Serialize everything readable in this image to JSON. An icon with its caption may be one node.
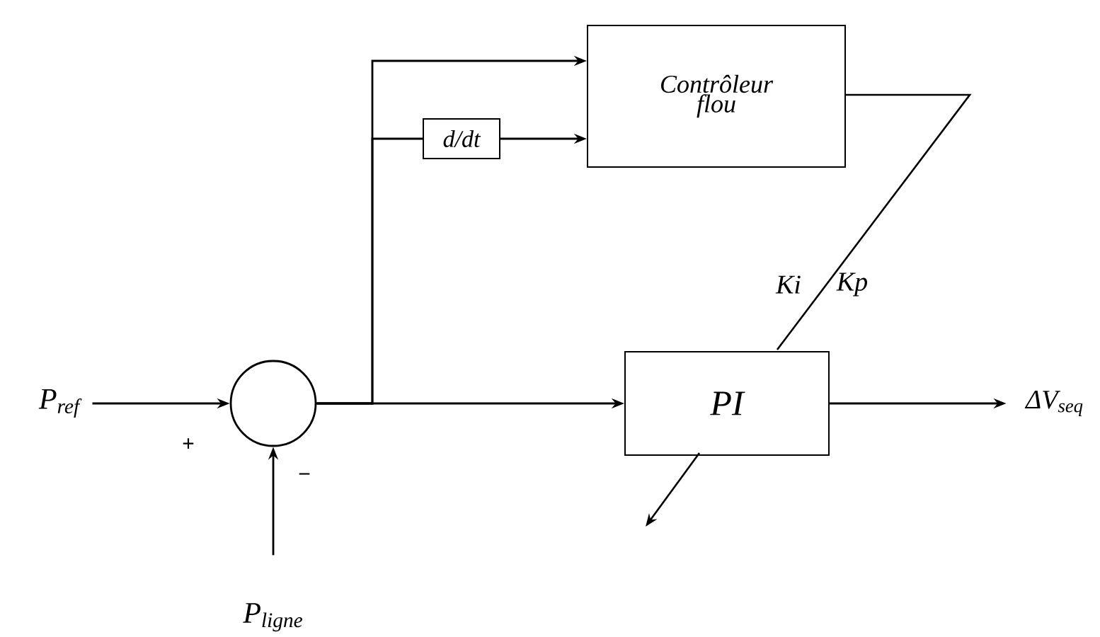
{
  "diagram": {
    "nodes": [
      {
        "text": [
          "P$_{ref}$"
        ]
      },
      {
        "text": [],
        "shape": "circle"
      },
      {
        "text": [
          "P$_{ligne}$"
        ]
      },
      {
        "text": [
          "Contrôleur flou"
        ]
      },
      {
        "text": [
          "d/dt"
        ]
      },
      {
        "text": [
          "PI"
        ]
      },
      {
        "text": [
          "ΔV$_{seq}$"
        ]
      }
    ],
    "edges": [
      {
        "from": 0,
        "to": 1,
        "arrow": "to"
      },
      {
        "from": 2,
        "to": 1,
        "arrow": "to"
      },
      {
        "from": 1,
        "to": 5,
        "arrow": "to"
      },
      {
        "from": 1,
        "to": 3,
        "arrow": "to"
      },
      {
        "from": 1,
        "to": 4,
        "arrow": "none"
      },
      {
        "from": 4,
        "to": 3,
        "arrow": "to"
      },
      {
        "from": 3,
        "to": 5,
        "arrow": "none"
      },
      {
        "from": 5,
        "to": 6,
        "arrow": "to"
      }
    ],
    "labels": [
      "+",
      "−",
      "Ki",
      "Kp"
    ]
  }
}
